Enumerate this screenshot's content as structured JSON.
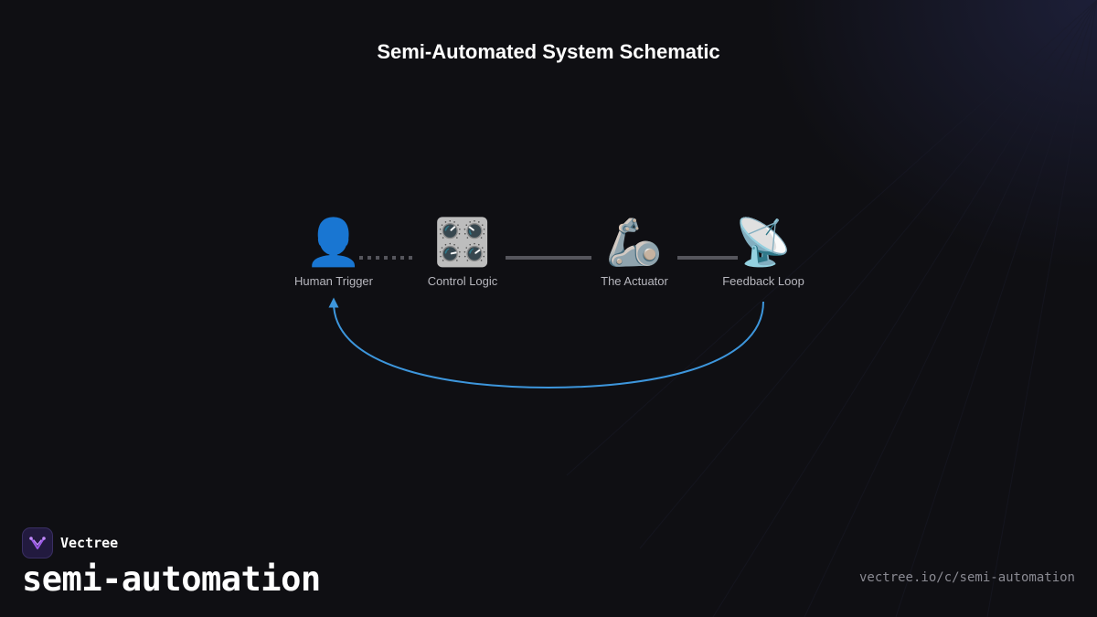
{
  "title": "Semi-Automated System Schematic",
  "nodes": [
    {
      "id": "human-trigger",
      "label": "Human Trigger",
      "icon": "person-silhouette-icon",
      "glyph": "👤"
    },
    {
      "id": "control-logic",
      "label": "Control Logic",
      "icon": "control-knobs-icon",
      "glyph": "🎛️"
    },
    {
      "id": "actuator",
      "label": "The Actuator",
      "icon": "mechanical-arm-icon",
      "glyph": "🦾"
    },
    {
      "id": "feedback-loop",
      "label": "Feedback Loop",
      "icon": "satellite-antenna-icon",
      "glyph": "📡"
    }
  ],
  "edges": [
    {
      "from": "human-trigger",
      "to": "control-logic",
      "style": "dotted"
    },
    {
      "from": "control-logic",
      "to": "actuator",
      "style": "solid"
    },
    {
      "from": "actuator",
      "to": "feedback-loop",
      "style": "solid"
    },
    {
      "from": "feedback-loop",
      "to": "human-trigger",
      "style": "curved-arrow"
    }
  ],
  "colors": {
    "background": "#0f0f13",
    "connector": "#55555c",
    "feedback_arrow": "#3d96dc",
    "label": "#b7b7be",
    "url": "#8a8a92",
    "logo_accent": "#9b59e6"
  },
  "brand": {
    "name": "Vectree",
    "logo_icon": "vectree-logo-icon",
    "slug": "semi-automation",
    "url": "vectree.io/c/semi-automation"
  }
}
